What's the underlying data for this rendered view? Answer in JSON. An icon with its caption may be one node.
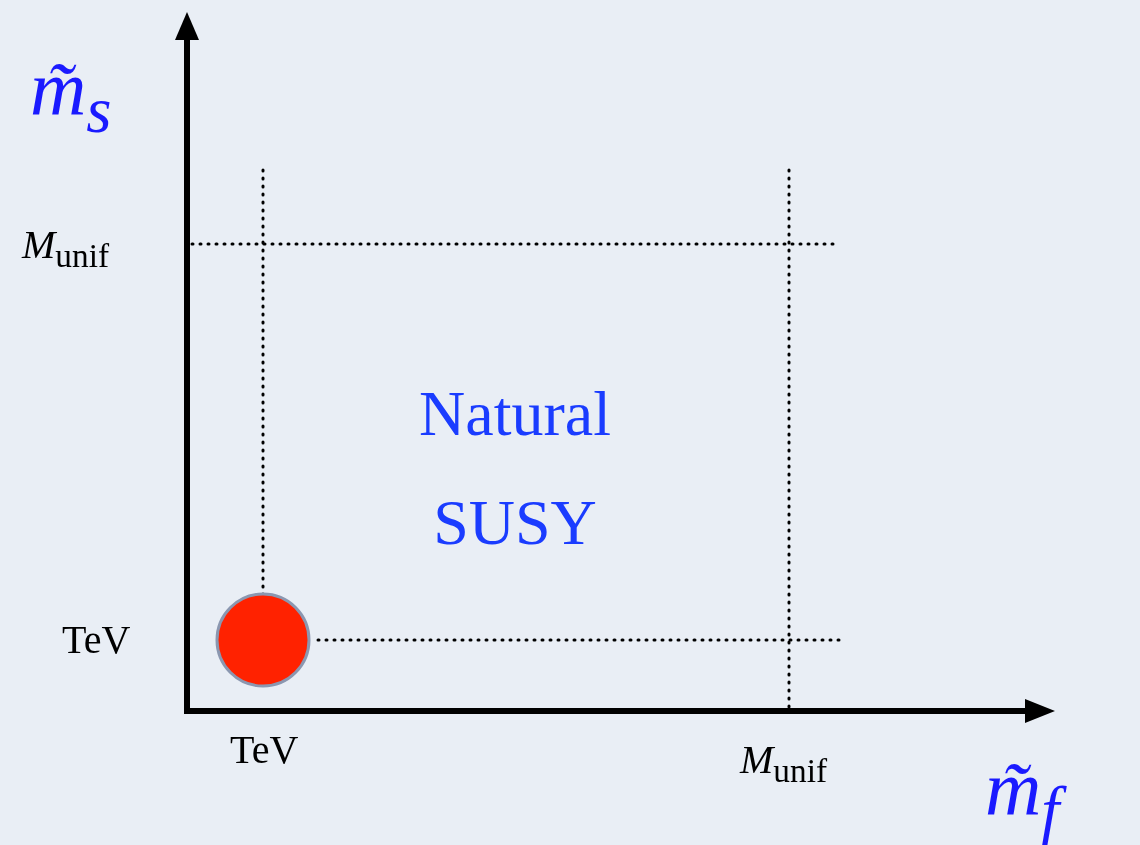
{
  "diagram": {
    "nodes": [
      {
        "text": [],
        "shape": "circle"
      }
    ],
    "labels": [
      "m̃$_{s}$",
      "*M*$_{unif}$",
      "TeV",
      "Natural SUSY",
      "TeV",
      "*M*$_{unif}$",
      "m̃$_{f}$"
    ]
  }
}
